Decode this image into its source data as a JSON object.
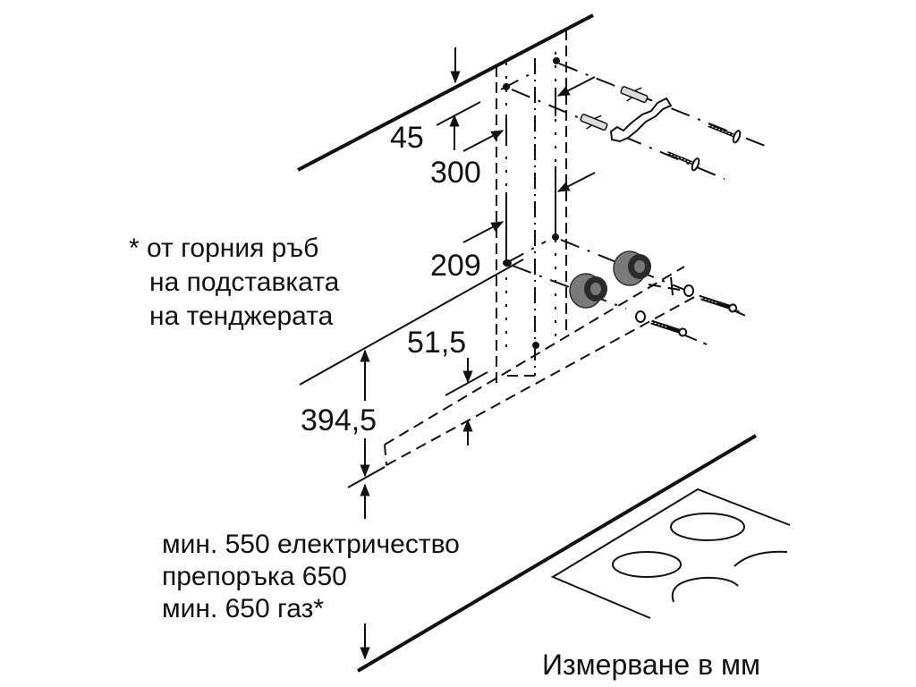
{
  "diagram": {
    "type": "installation-dimension-drawing",
    "subject": "wall-mounted cooker hood installation",
    "colors": {
      "line": "#111111",
      "part_fill": "#7a7a7a",
      "part_dark": "#2a2a2a",
      "background": "#ffffff"
    }
  },
  "dimensions": {
    "d45": "45",
    "d300": "300",
    "d209": "209",
    "d51_5": "51,5",
    "d394_5": "394,5"
  },
  "notes": {
    "footnote_line1": "* от горния ръб",
    "footnote_line2": "на подставката",
    "footnote_line3": "на тенджерата",
    "clearance_line1": "мин. 550 електричество",
    "clearance_line2": "препоръка 650",
    "clearance_line3": "мин. 650 газ*"
  },
  "footer": {
    "units_label": "Измерване в мм"
  },
  "parts": [
    {
      "name": "wall-plug",
      "count": 2
    },
    {
      "name": "hook-bracket",
      "count": 1
    },
    {
      "name": "wood-screw-with-washer",
      "count": 2
    },
    {
      "name": "fixing-plug-large",
      "count": 2
    },
    {
      "name": "washer",
      "count": 2
    },
    {
      "name": "screw",
      "count": 2
    }
  ]
}
